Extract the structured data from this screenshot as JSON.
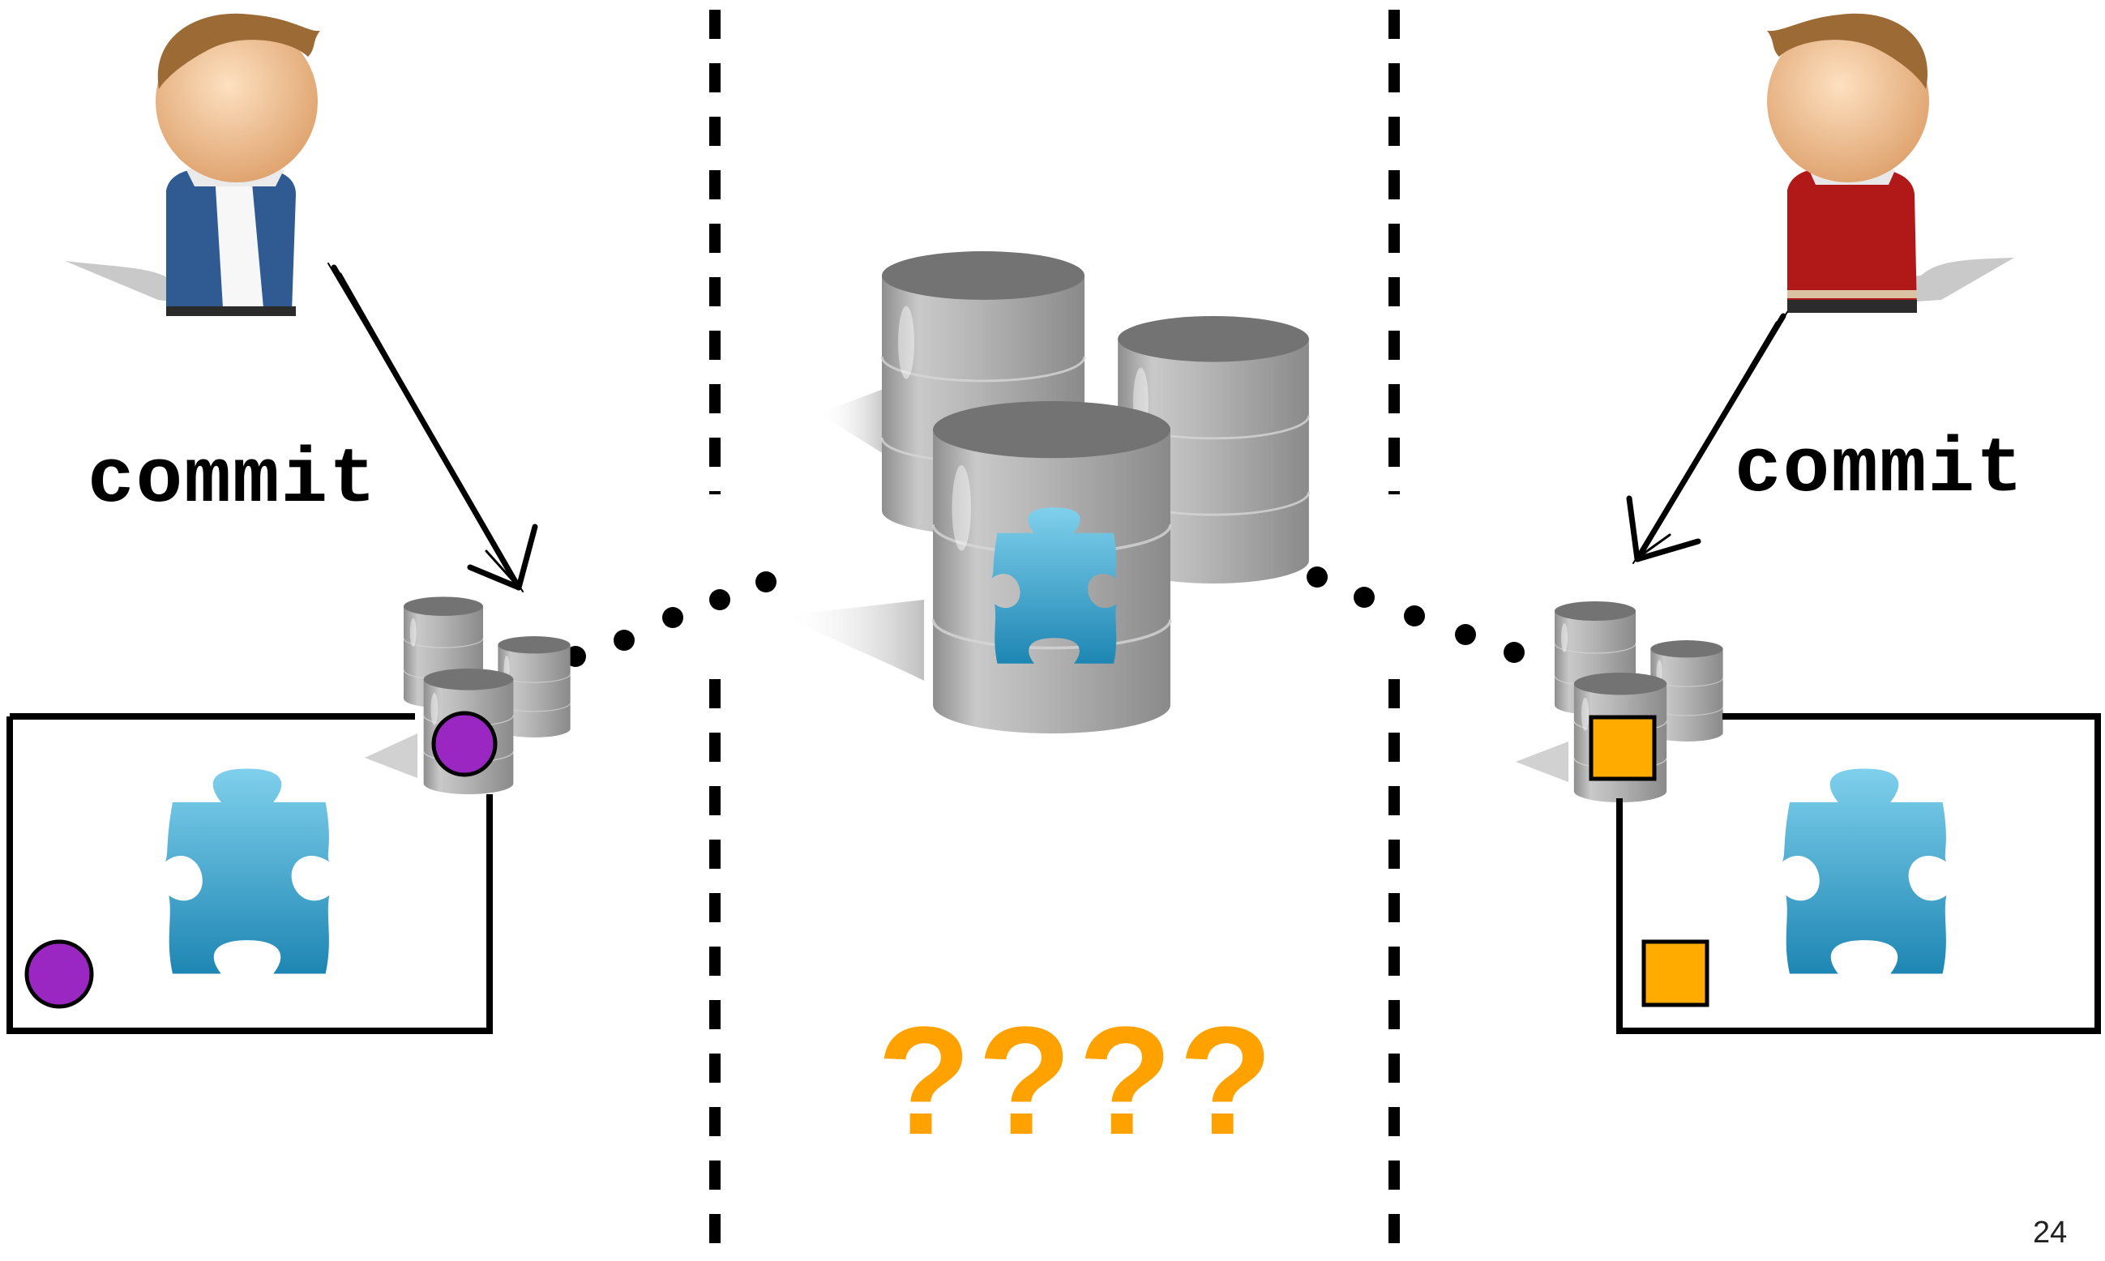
{
  "labels": {
    "left_commit": "commit",
    "right_commit": "commit",
    "unknown": "????",
    "page_number": "24"
  },
  "colors": {
    "background": "#ffffff",
    "divider": "#000000",
    "cylinder_top": "#727272",
    "cylinder_body": "#b3b3b3",
    "puzzle": "#3aa6d2",
    "left_marker": "#9b27c2",
    "right_marker": "#ffab00",
    "question_marks": "#ffa200",
    "left_shirt": "#2f5a92",
    "right_shirt": "#b11818"
  },
  "icons": {
    "developers": [
      "person-blue-shirt-icon",
      "person-red-shirt-icon"
    ],
    "repositories": [
      "local-repo-left-icon",
      "central-repo-icon",
      "local-repo-right-icon"
    ],
    "component": "puzzle-piece-icon",
    "markers": [
      "purple-circle-icon",
      "orange-square-icon"
    ]
  }
}
